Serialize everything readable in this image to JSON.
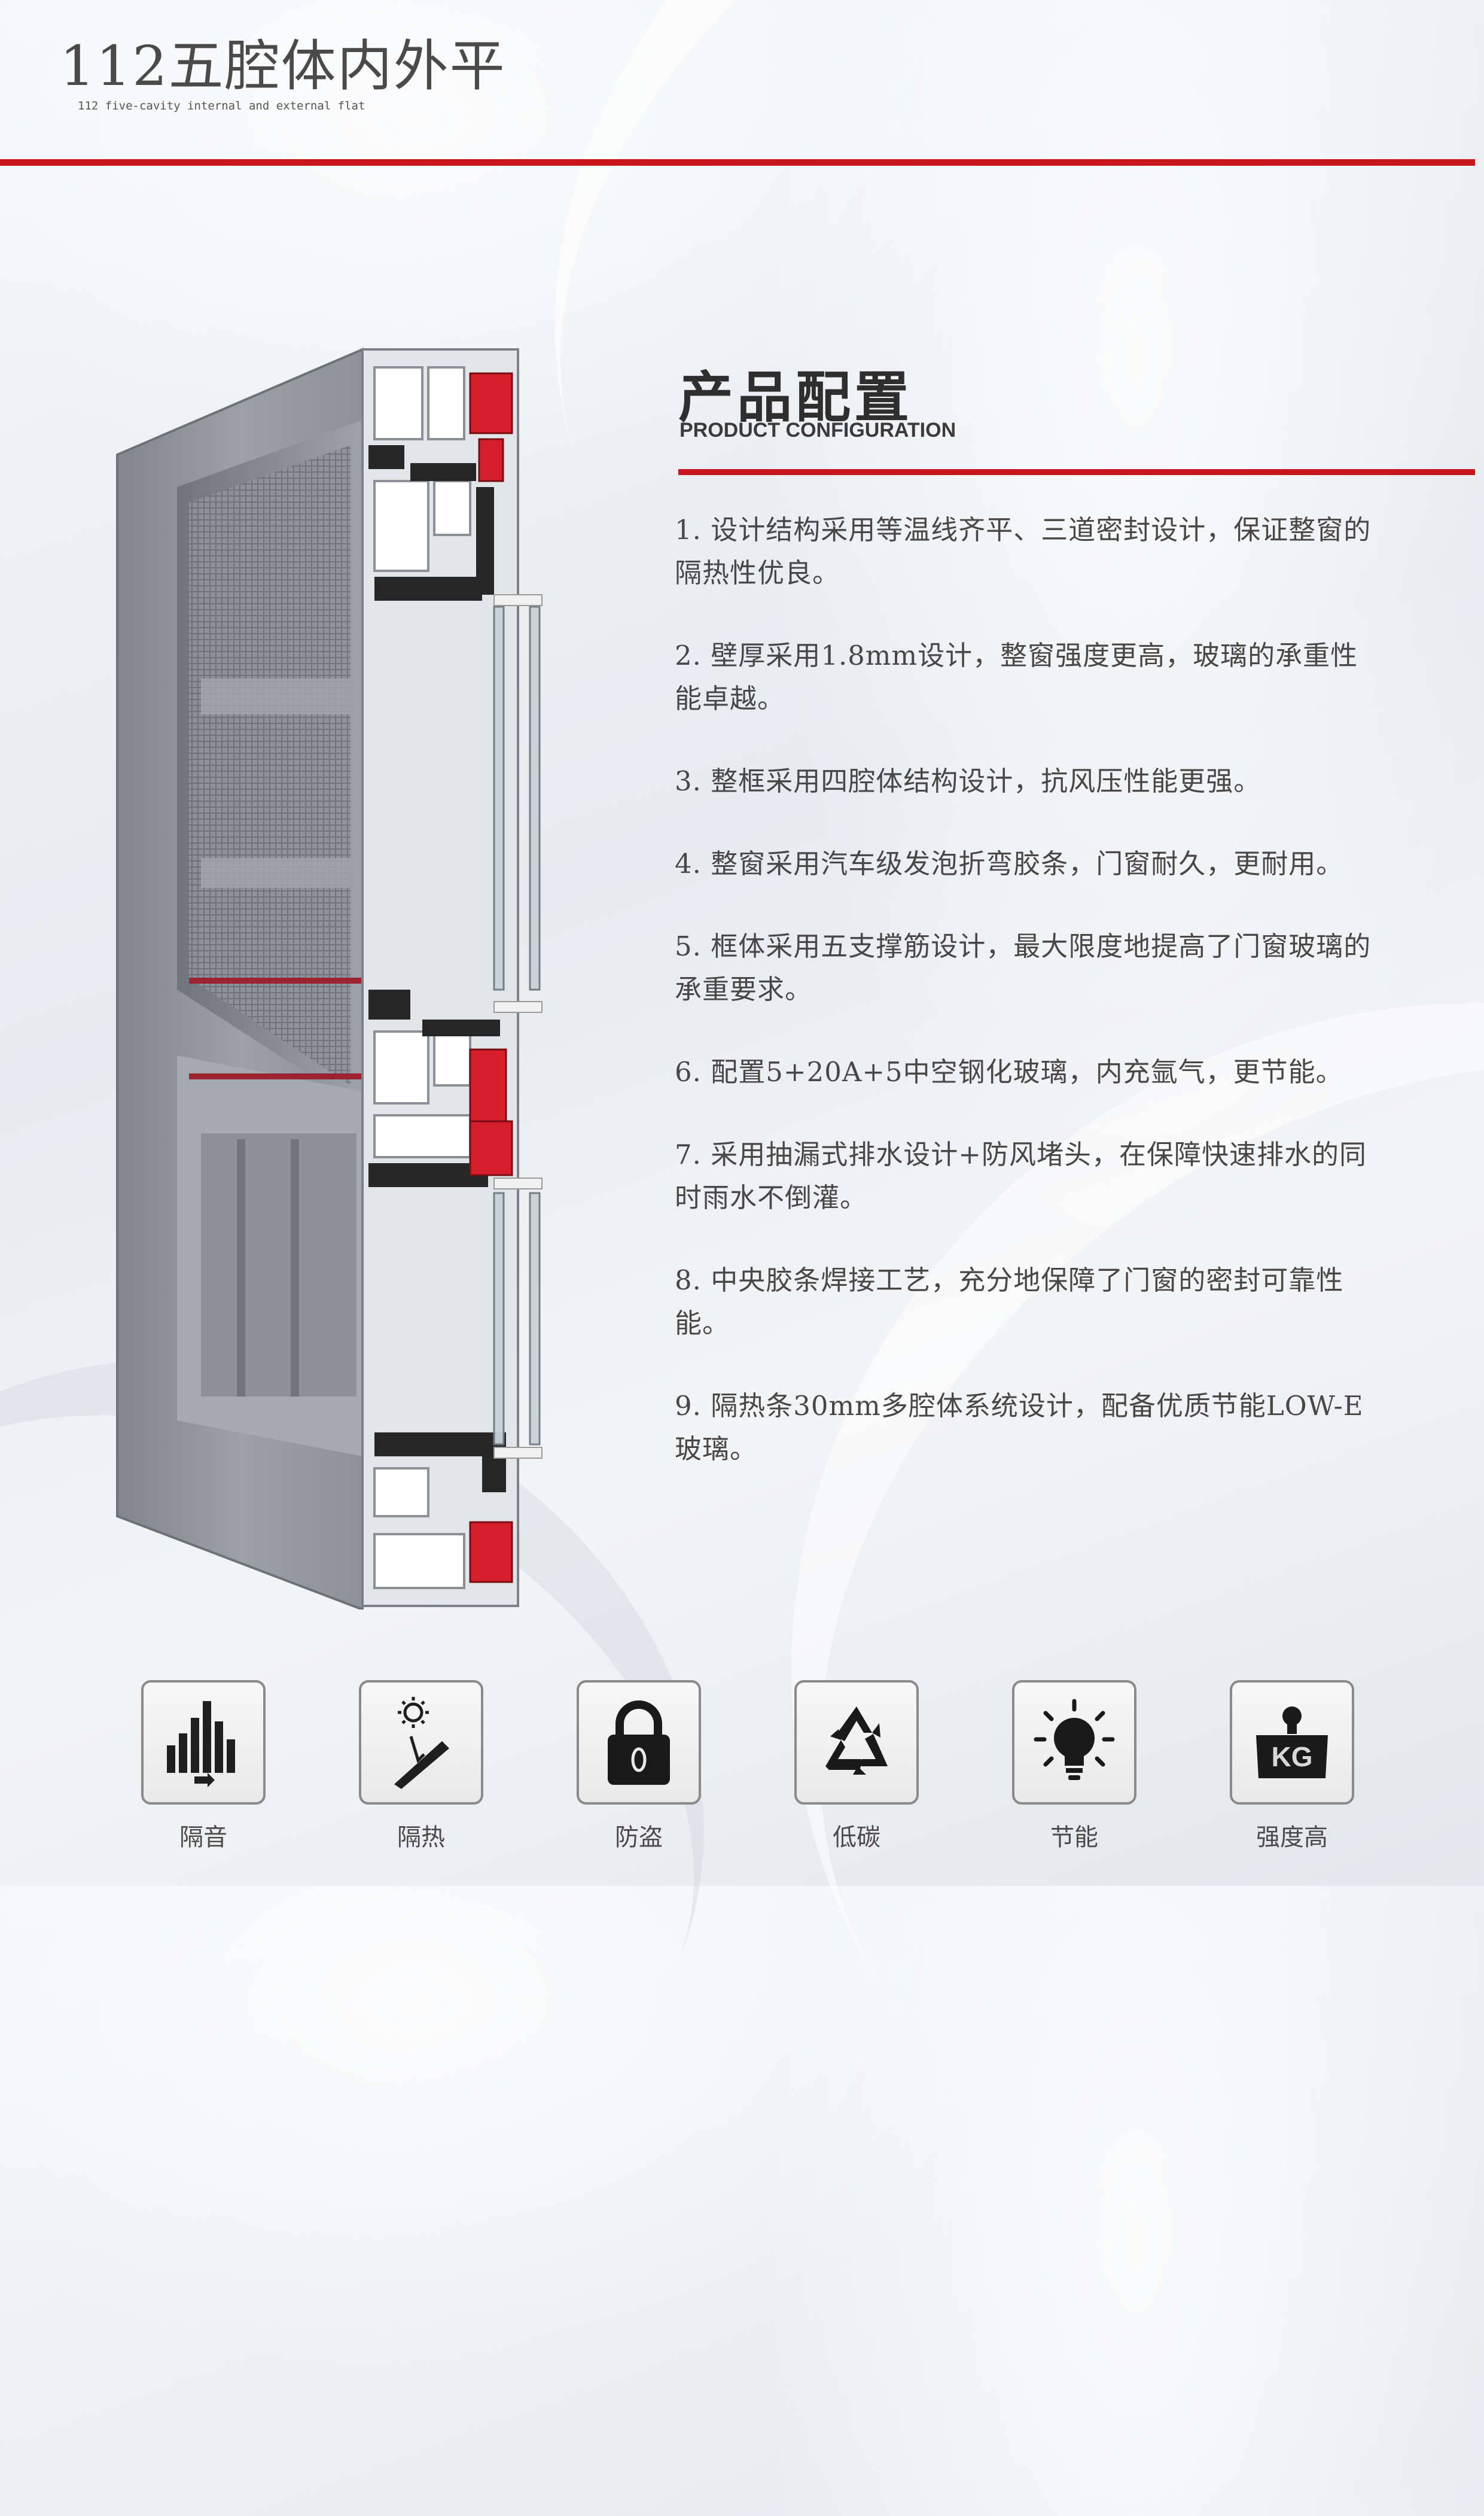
{
  "header": {
    "title": "112五腔体内外平",
    "subtitle": "112 five-cavity internal and external flat"
  },
  "config": {
    "title": "产品配置",
    "subtitle": "PRODUCT CONFIGURATION",
    "items": [
      "1. 设计结构采用等温线齐平、三道密封设计，保证整窗的隔热性优良。",
      "2. 壁厚采用1.8mm设计，整窗强度更高，玻璃的承重性能卓越。",
      "3. 整框采用四腔体结构设计，抗风压性能更强。",
      "4. 整窗采用汽车级发泡折弯胶条，门窗耐久，更耐用。",
      "5. 框体采用五支撑筋设计，最大限度地提高了门窗玻璃的承重要求。",
      "6. 配置5+20A+5中空钢化玻璃，内充氩气，更节能。",
      "7. 采用抽漏式排水设计+防风堵头，在保障快速排水的同时雨水不倒灌。",
      "8. 中央胶条焊接工艺，充分地保障了门窗的密封可靠性能。",
      "9. 隔热条30mm多腔体系统设计，配备优质节能LOW-E玻璃。"
    ]
  },
  "features": [
    {
      "icon": "sound-bars-icon",
      "label": "隔音"
    },
    {
      "icon": "sun-hand-icon",
      "label": "隔热"
    },
    {
      "icon": "padlock-icon",
      "label": "防盗"
    },
    {
      "icon": "recycle-icon",
      "label": "低碳"
    },
    {
      "icon": "light-bulb-icon",
      "label": "节能"
    },
    {
      "icon": "weight-icon",
      "label": "强度高"
    }
  ],
  "colors": {
    "accent": "#c8161d",
    "profile_gray": "#8f969c",
    "profile_dark": "#2a2a2a",
    "text": "#474747"
  }
}
